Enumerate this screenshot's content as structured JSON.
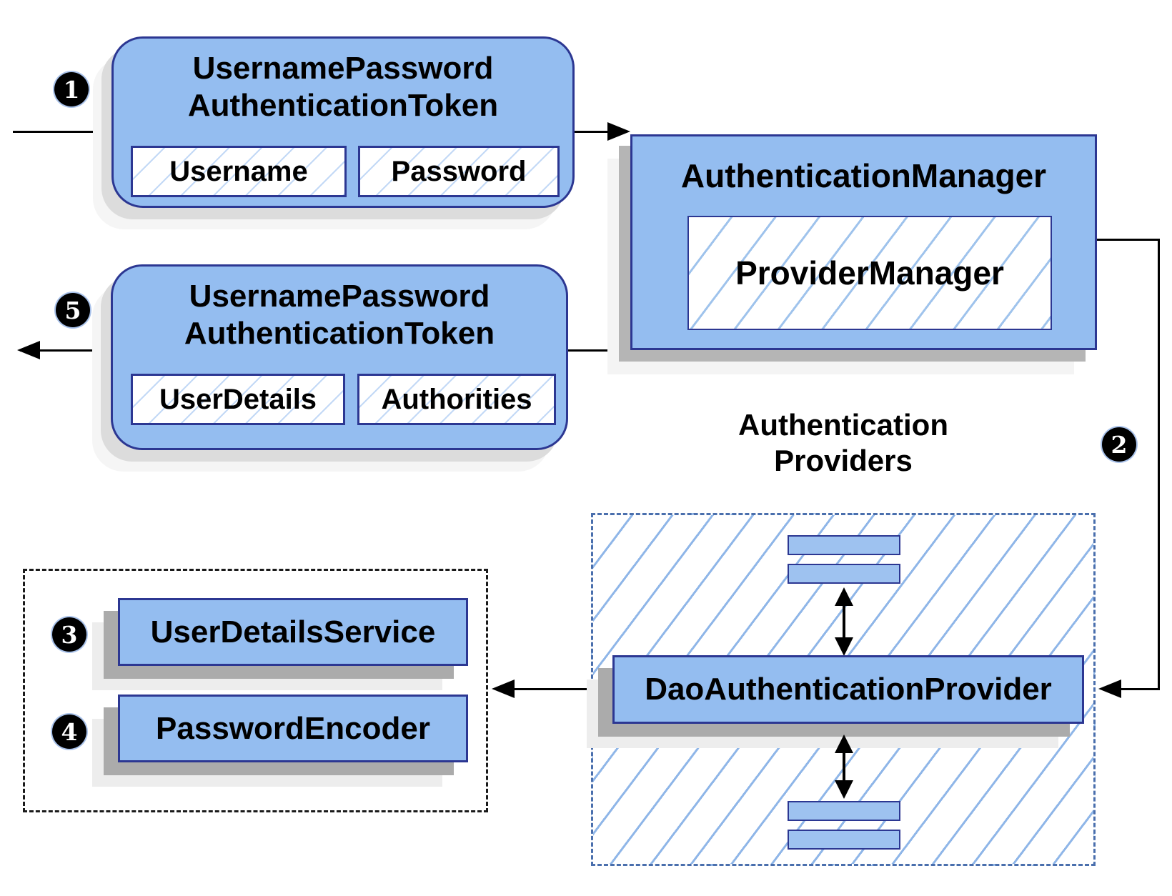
{
  "nodes": {
    "request_token": {
      "title_line1": "UsernamePassword",
      "title_line2": "AuthenticationToken",
      "field1": "Username",
      "field2": "Password"
    },
    "auth_manager": {
      "title": "AuthenticationManager",
      "impl": "ProviderManager"
    },
    "response_token": {
      "title_line1": "UsernamePassword",
      "title_line2": "AuthenticationToken",
      "field1": "UserDetails",
      "field2": "Authorities"
    },
    "providers_group": {
      "label_line1": "Authentication",
      "label_line2": "Providers",
      "provider": "DaoAuthenticationProvider"
    },
    "collaborators": {
      "item1": "UserDetailsService",
      "item2": "PasswordEncoder"
    }
  },
  "steps": {
    "one": "1",
    "two": "2",
    "three": "3",
    "four": "4",
    "five": "5"
  },
  "colors": {
    "node_fill": "#94bdf0",
    "node_border": "#2c3792",
    "hatch_blue": "#8fb6e8",
    "field_hatch_blue": "#c3d9f6",
    "providers_dash_border": "#4a6fad",
    "collaborators_dash_border": "#1a1a1a",
    "shadow_gray": "#b5b5b5",
    "arrow_black": "#000000",
    "badge_fill": "#000000",
    "badge_text": "#ffffff"
  }
}
